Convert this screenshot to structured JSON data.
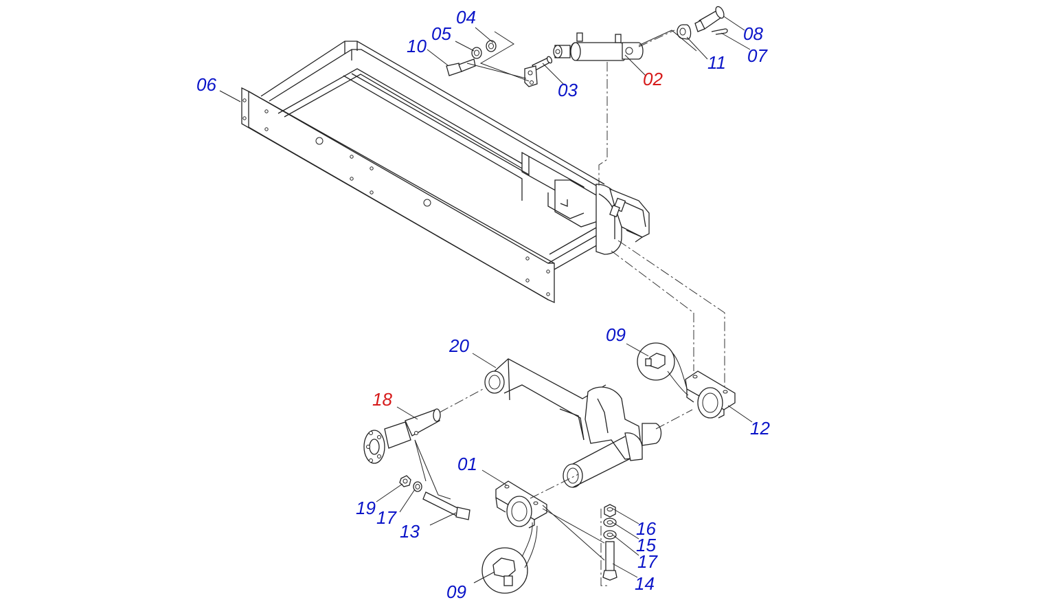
{
  "colors": {
    "label_default": "#0a14c8",
    "label_highlight": "#d61a1a",
    "line": "#222222"
  },
  "labels": {
    "p01": {
      "text": "01",
      "color": "#0a14c8"
    },
    "p02": {
      "text": "02",
      "color": "#d61a1a"
    },
    "p03": {
      "text": "03",
      "color": "#0a14c8"
    },
    "p04": {
      "text": "04",
      "color": "#0a14c8"
    },
    "p05": {
      "text": "05",
      "color": "#0a14c8"
    },
    "p06": {
      "text": "06",
      "color": "#0a14c8"
    },
    "p07": {
      "text": "07",
      "color": "#0a14c8"
    },
    "p08": {
      "text": "08",
      "color": "#0a14c8"
    },
    "p09a": {
      "text": "09",
      "color": "#0a14c8"
    },
    "p09b": {
      "text": "09",
      "color": "#0a14c8"
    },
    "p10": {
      "text": "10",
      "color": "#0a14c8"
    },
    "p11": {
      "text": "11",
      "color": "#0a14c8"
    },
    "p12": {
      "text": "12",
      "color": "#0a14c8"
    },
    "p13": {
      "text": "13",
      "color": "#0a14c8"
    },
    "p14": {
      "text": "14",
      "color": "#0a14c8"
    },
    "p15": {
      "text": "15",
      "color": "#0a14c8"
    },
    "p16": {
      "text": "16",
      "color": "#0a14c8"
    },
    "p17a": {
      "text": "17",
      "color": "#0a14c8"
    },
    "p17b": {
      "text": "17",
      "color": "#0a14c8"
    },
    "p18": {
      "text": "18",
      "color": "#d61a1a"
    },
    "p19": {
      "text": "19",
      "color": "#0a14c8"
    },
    "p20": {
      "text": "20",
      "color": "#0a14c8"
    }
  }
}
